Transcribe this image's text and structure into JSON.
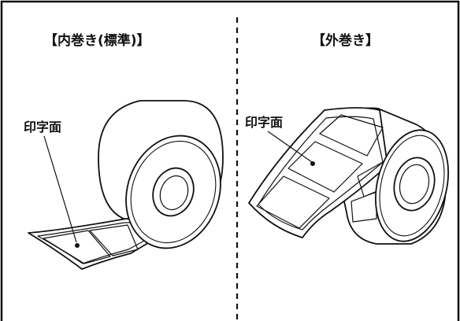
{
  "panels": {
    "left": {
      "title": "【内巻き(標準)】",
      "callout": "印字面"
    },
    "right": {
      "title": "【外巻き】",
      "callout": "印字面"
    }
  },
  "colors": {
    "line": "#111111",
    "background": "#ffffff"
  }
}
